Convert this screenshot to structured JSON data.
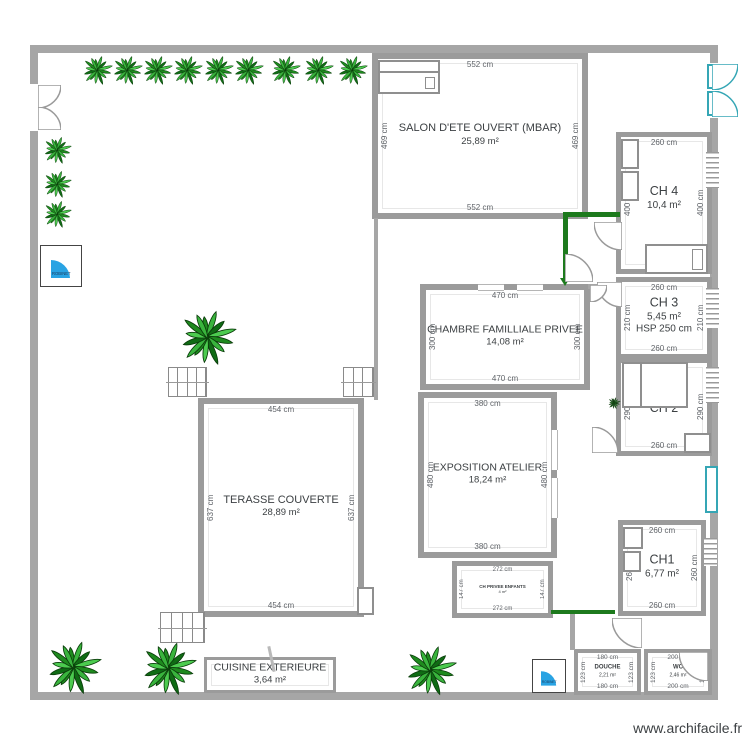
{
  "watermark": "www.archifacile.fr",
  "icons": {
    "robinet_label": "ROBINET"
  },
  "colors": {
    "wall": "#a6a6a6",
    "selected_wall_green": "#1d7a1d",
    "door_teal": "#35a6b5",
    "robinet_blue": "#29a3e3",
    "plant_green": "#2f9e2f",
    "dim_text": "#5f6368"
  },
  "rooms": {
    "salon": {
      "name": "SALON D'ETE OUVERT (MBAR)",
      "area": "25,89 m²",
      "w": "552 cm",
      "h": "469 cm"
    },
    "chambre": {
      "name": "CHAMBRE FAMILLIALE PRIVEE",
      "area": "14,08 m²",
      "w": "470 cm",
      "h": "300 cm"
    },
    "exposition": {
      "name": "EXPOSITION ATELIER",
      "area": "18,24 m²",
      "w": "380 cm",
      "h": "480 cm"
    },
    "terasse": {
      "name": "TERASSE COUVERTE",
      "area": "28,89 m²",
      "w": "454 cm",
      "h": "637 cm"
    },
    "ch4": {
      "name": "CH 4",
      "area": "10,4 m²",
      "w": "260 cm",
      "h": "400 cm"
    },
    "ch3": {
      "name": "CH 3",
      "area": "5,45 m²",
      "hsp": "HSP 250 cm",
      "w": "260 cm",
      "h": "210 cm"
    },
    "ch2": {
      "name": "CH 2",
      "area": "",
      "w": "260 cm",
      "h": "290 cm"
    },
    "ch1": {
      "name": "CH1",
      "area": "6,77 m²",
      "w": "260 cm",
      "h": "260 cm"
    },
    "enfants": {
      "name": "CH PRIVEE ENFANTS",
      "area": "4 m²",
      "w": "272 cm",
      "h": "147 cm"
    },
    "cuisine": {
      "name": "CUISINE EXTERIEURE",
      "area": "3,64 m²"
    },
    "douche": {
      "name": "DOUCHE",
      "area": "2,21 m²",
      "w": "180 cm",
      "h": "123 cm"
    },
    "wc": {
      "name": "WC",
      "area": "2,46 m²",
      "w": "200 cm",
      "h": "123 cm"
    }
  }
}
